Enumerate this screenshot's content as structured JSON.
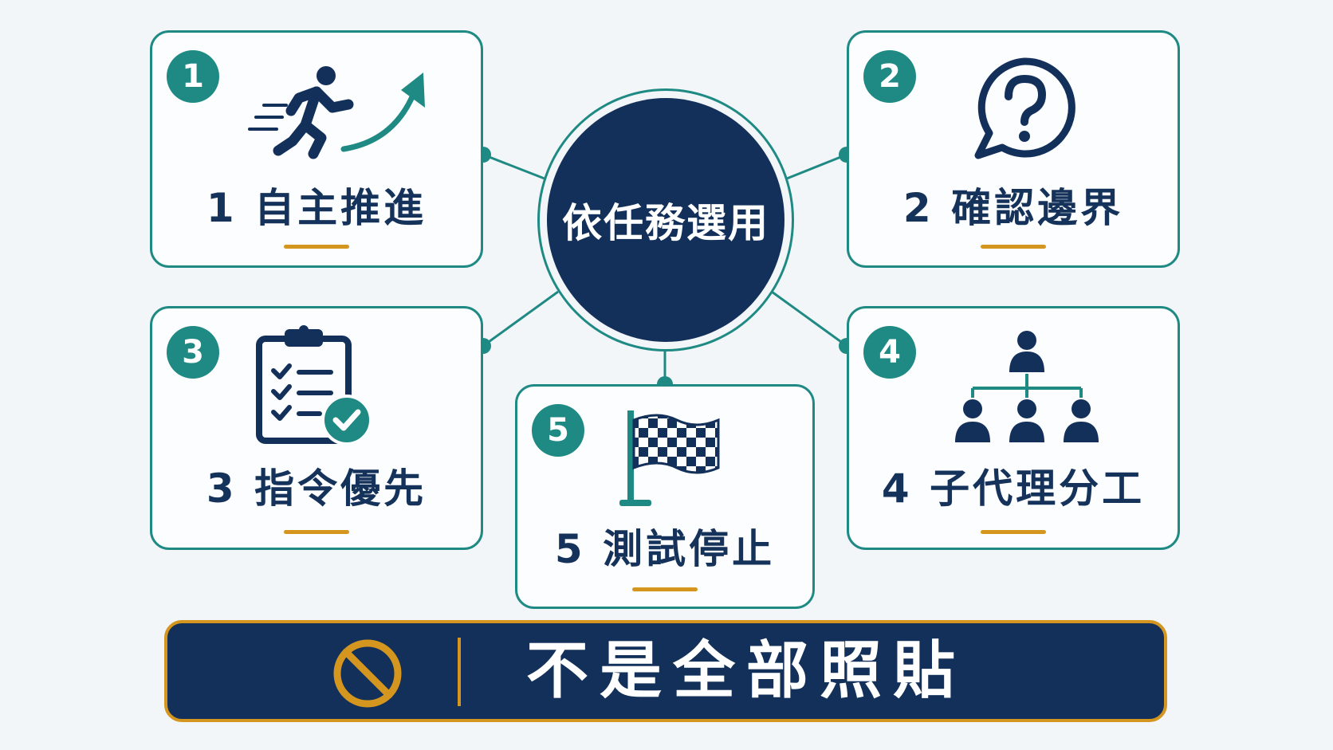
{
  "center": {
    "label": "依任務選用"
  },
  "steps": [
    {
      "number": "1",
      "label": "1 自主推進",
      "icon": "running-person-arrow-icon"
    },
    {
      "number": "2",
      "label": "2 確認邊界",
      "icon": "question-bubble-icon"
    },
    {
      "number": "3",
      "label": "3 指令優先",
      "icon": "clipboard-checklist-icon"
    },
    {
      "number": "4",
      "label": "4 子代理分工",
      "icon": "org-chart-icon"
    },
    {
      "number": "5",
      "label": "5 測試停止",
      "icon": "checkered-flag-icon"
    }
  ],
  "banner": {
    "text": "不是全部照貼",
    "icon": "prohibited-icon"
  },
  "colors": {
    "navy": "#12305a",
    "teal": "#1f8a84",
    "gold": "#d4961f",
    "background": "#f3f6f9"
  }
}
